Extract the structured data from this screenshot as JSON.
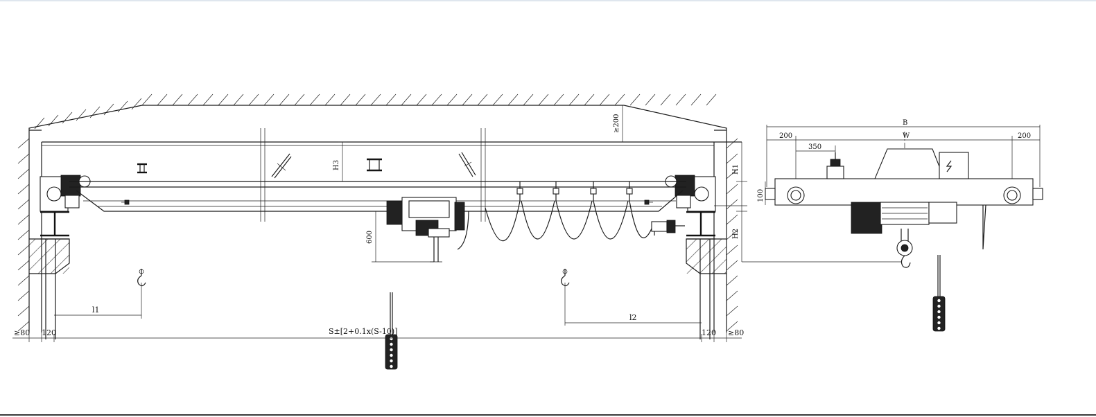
{
  "labels": {
    "span_formula": "S±[2+0.1x(S-10)]",
    "l1": "l1",
    "l2": "l2",
    "h1": "H1",
    "h2": "H2",
    "h3": "H3",
    "dim_600": "600",
    "clearance_top": "≥200",
    "clearance_left": "≥80",
    "clearance_right": "≥80",
    "offset_left": "120",
    "offset_right": "120",
    "b_total": "B",
    "w_base": "W",
    "side_left": "200",
    "side_mid": "350",
    "side_right": "200",
    "dim_100": "100"
  }
}
